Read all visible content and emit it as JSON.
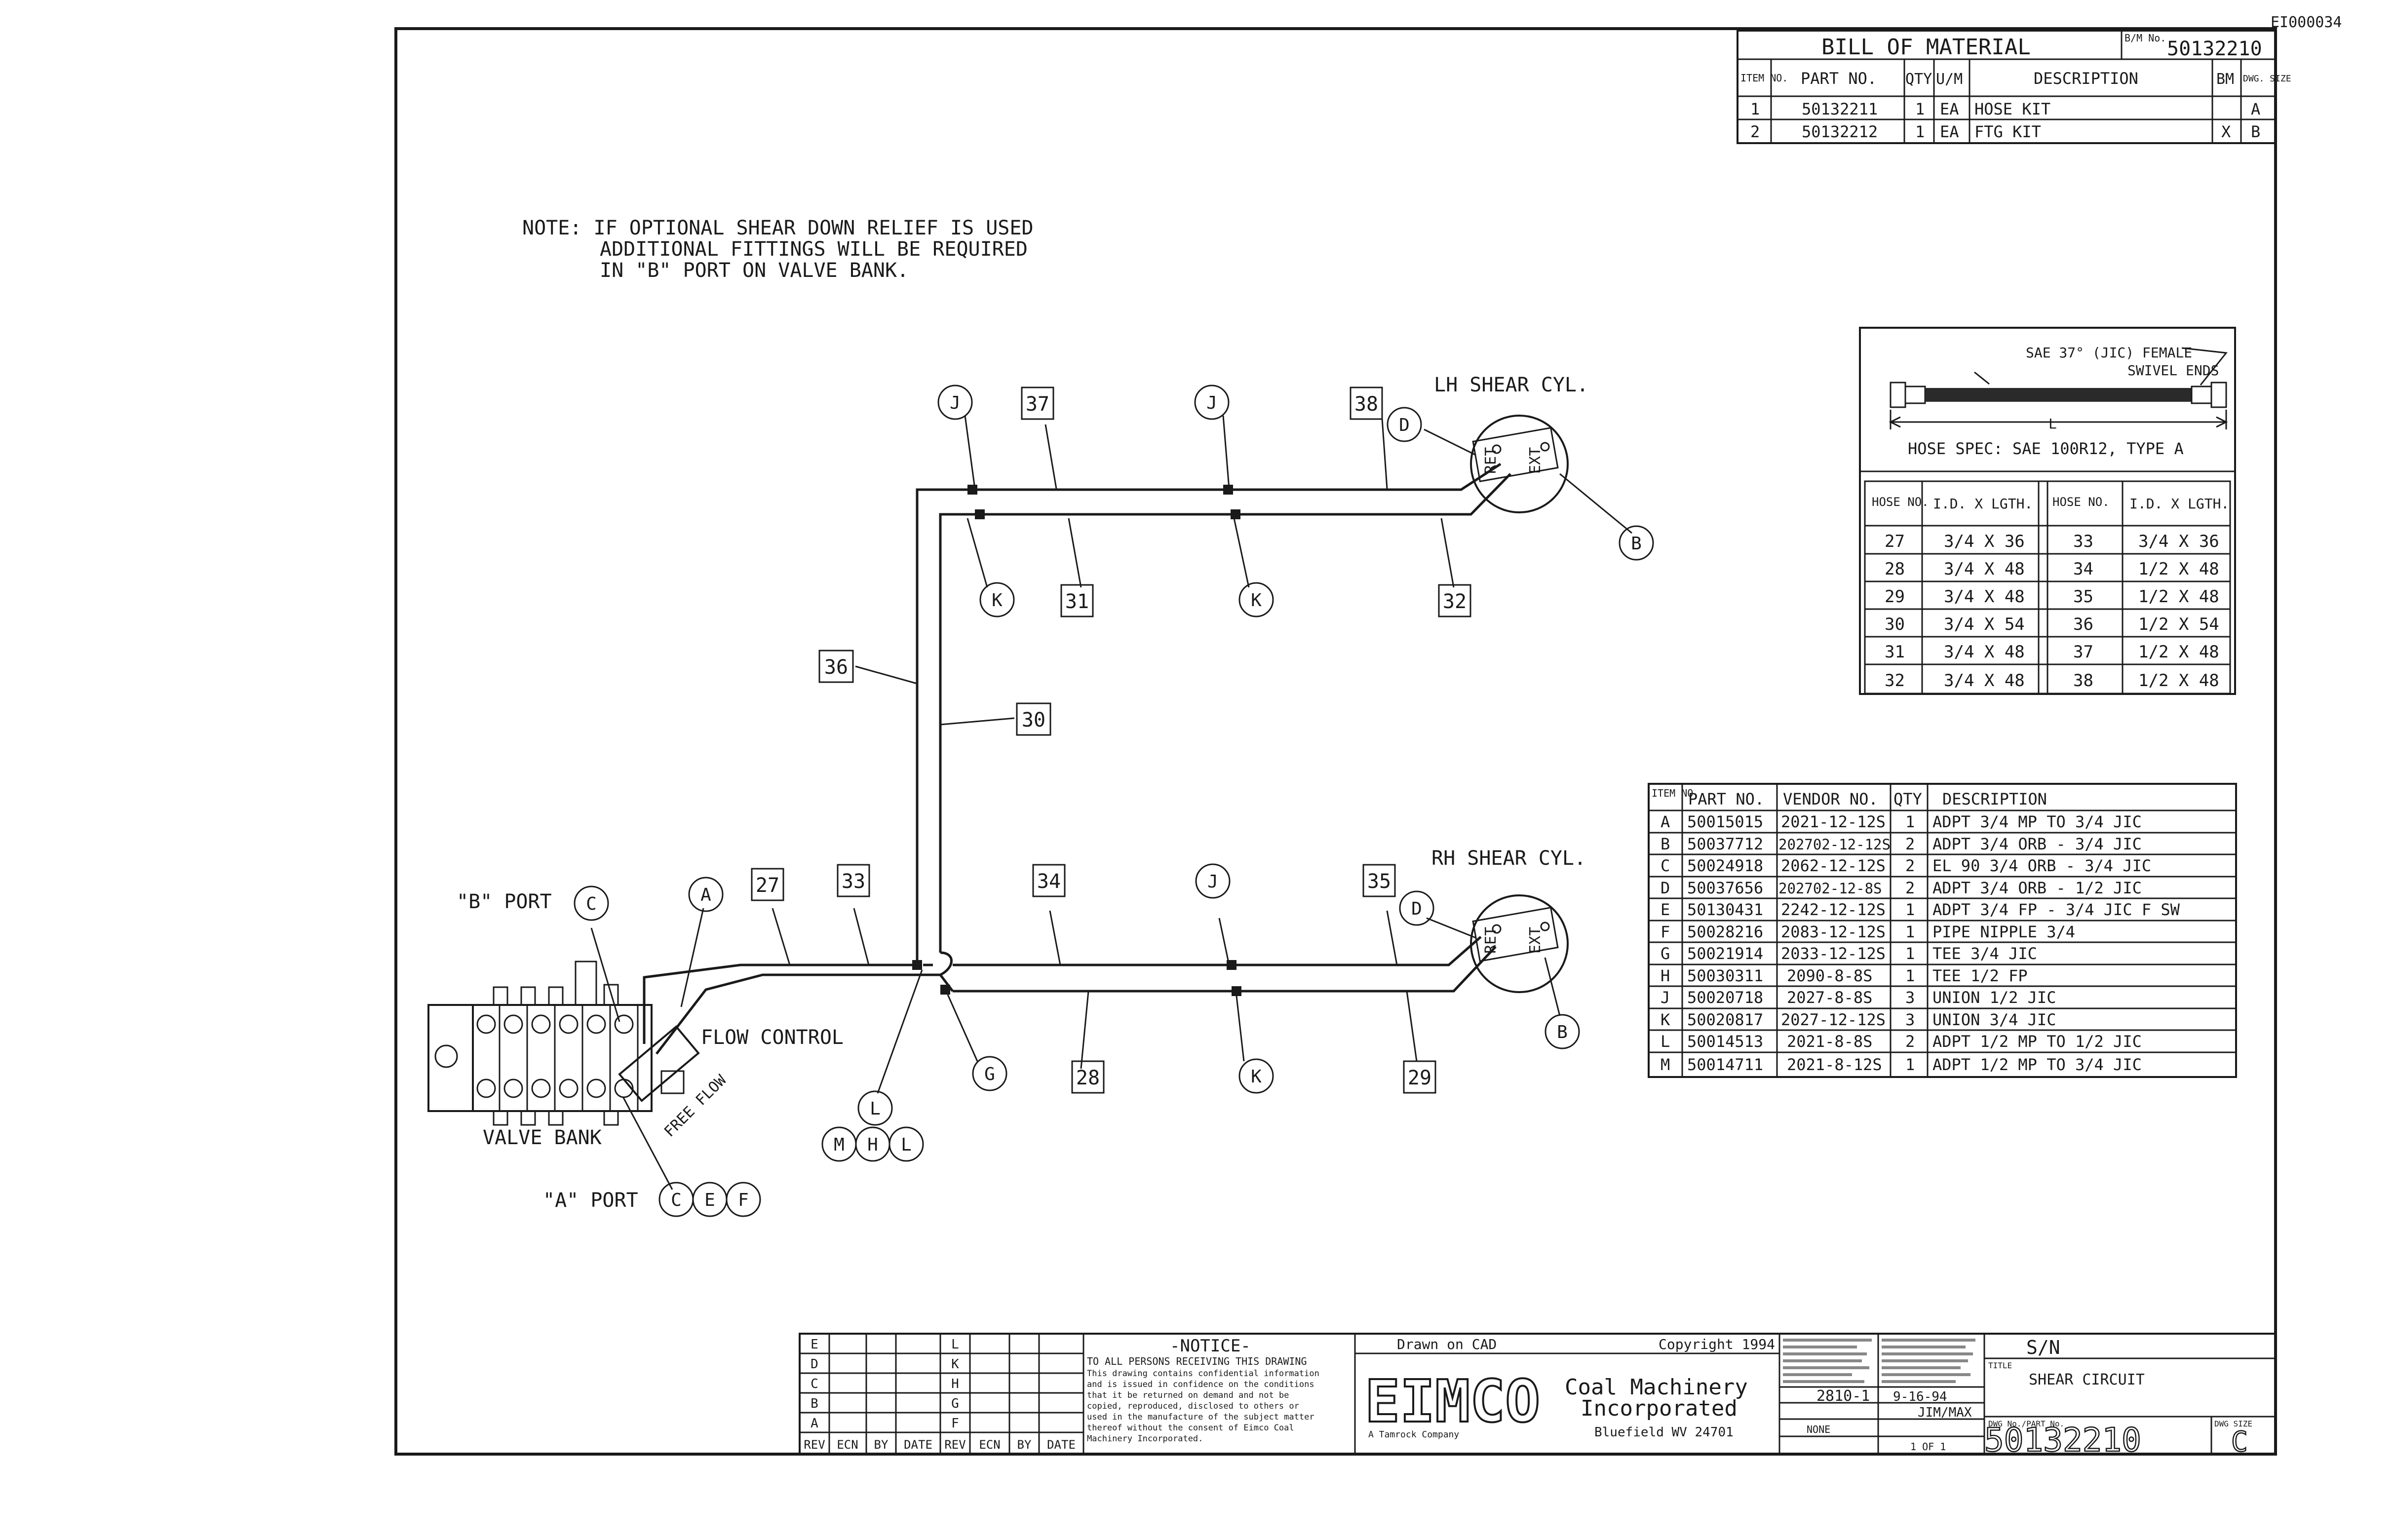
{
  "corner_code": "EI000034",
  "note": [
    "NOTE: IF OPTIONAL SHEAR DOWN RELIEF IS USED",
    "ADDITIONAL FITTINGS WILL BE REQUIRED",
    "IN \"B\" PORT ON VALVE BANK."
  ],
  "bom": {
    "title": "BILL OF MATERIAL",
    "bm_label": "B/M No.",
    "number": "50132210",
    "headers": [
      "ITEM NO.",
      "PART NO.",
      "QTY",
      "U/M",
      "DESCRIPTION",
      "BM",
      "DWG. SIZE"
    ],
    "rows": [
      [
        "1",
        "50132211",
        "1",
        "EA",
        "HOSE KIT",
        "",
        "A"
      ],
      [
        "2",
        "50132212",
        "1",
        "EA",
        "FTG KIT",
        "X",
        "B"
      ]
    ]
  },
  "hose_spec": {
    "fitting_label": "SAE 37° (JIC) FEMALE",
    "fitting_label2": "SWIVEL ENDS",
    "length_label": "L",
    "spec": "HOSE SPEC: SAE 100R12, TYPE A",
    "headers": [
      "HOSE NO.",
      "I.D. X LGTH.",
      "HOSE NO.",
      "I.D. X LGTH."
    ],
    "rows": [
      [
        "27",
        "3/4 X 36",
        "33",
        "3/4 X 36"
      ],
      [
        "28",
        "3/4 X 48",
        "34",
        "1/2 X 48"
      ],
      [
        "29",
        "3/4 X 48",
        "35",
        "1/2 X 48"
      ],
      [
        "30",
        "3/4 X 54",
        "36",
        "1/2 X 54"
      ],
      [
        "31",
        "3/4 X 48",
        "37",
        "1/2 X 48"
      ],
      [
        "32",
        "3/4 X 48",
        "38",
        "1/2 X 48"
      ]
    ]
  },
  "fittings": {
    "headers": [
      "ITEM NO.",
      "PART NO.",
      "VENDOR NO.",
      "QTY",
      "DESCRIPTION"
    ],
    "rows": [
      [
        "A",
        "50015015",
        "2021-12-12S",
        "1",
        "ADPT 3/4 MP TO 3/4 JIC"
      ],
      [
        "B",
        "50037712",
        "202702-12-12S",
        "2",
        "ADPT 3/4 ORB - 3/4 JIC"
      ],
      [
        "C",
        "50024918",
        "2062-12-12S",
        "2",
        "EL 90 3/4 ORB - 3/4 JIC"
      ],
      [
        "D",
        "50037656",
        "202702-12-8S",
        "2",
        "ADPT 3/4 ORB - 1/2 JIC"
      ],
      [
        "E",
        "50130431",
        "2242-12-12S",
        "1",
        "ADPT 3/4 FP - 3/4 JIC F SW"
      ],
      [
        "F",
        "50028216",
        "2083-12-12S",
        "1",
        "PIPE NIPPLE 3/4"
      ],
      [
        "G",
        "50021914",
        "2033-12-12S",
        "1",
        "TEE 3/4 JIC"
      ],
      [
        "H",
        "50030311",
        "2090-8-8S",
        "1",
        "TEE 1/2 FP"
      ],
      [
        "J",
        "50020718",
        "2027-8-8S",
        "3",
        "UNION 1/2 JIC"
      ],
      [
        "K",
        "50020817",
        "2027-12-12S",
        "3",
        "UNION 3/4 JIC"
      ],
      [
        "L",
        "50014513",
        "2021-8-8S",
        "2",
        "ADPT 1/2 MP TO 1/2 JIC"
      ],
      [
        "M",
        "50014711",
        "2021-8-12S",
        "1",
        "ADPT 1/2 MP TO 3/4 JIC"
      ]
    ]
  },
  "diagram": {
    "lh_cyl": "LH SHEAR CYL.",
    "rh_cyl": "RH SHEAR CYL.",
    "port_ret": "RET",
    "port_ext": "EXT",
    "b_port": "\"B\" PORT",
    "a_port": "\"A\" PORT",
    "flow_control": "FLOW CONTROL",
    "free_flow": "FREE FLOW",
    "valve_bank": "VALVE BANK",
    "hose_tags": {
      "h27": "27",
      "h28": "28",
      "h29": "29",
      "h30": "30",
      "h31": "31",
      "h32": "32",
      "h33": "33",
      "h34": "34",
      "h35": "35",
      "h36": "36",
      "h37": "37",
      "h38": "38"
    },
    "fitting_tags": {
      "A": "A",
      "B": "B",
      "C": "C",
      "D": "D",
      "E": "E",
      "F": "F",
      "G": "G",
      "H": "H",
      "J": "J",
      "K": "K",
      "L": "L",
      "M": "M"
    }
  },
  "title_block": {
    "rev_letters": [
      "E",
      "D",
      "C",
      "B",
      "A"
    ],
    "rev_letters2": [
      "L",
      "K",
      "H",
      "G",
      "F"
    ],
    "rev_headers": [
      "REV",
      "ECN",
      "BY",
      "DATE",
      "REV",
      "ECN",
      "BY",
      "DATE"
    ],
    "notice_title": "-NOTICE-",
    "notice_text": [
      "TO ALL PERSONS RECEIVING THIS DRAWING",
      "This drawing contains confidential information",
      "and is issued in confidence on the conditions",
      "that it be returned on demand and not be",
      "copied, reproduced, disclosed to others or",
      "used in the manufacture of the subject matter",
      "thereof without the consent of Eimco Coal",
      "Machinery Incorporated."
    ],
    "drawn_on": "Drawn on CAD",
    "copyright": "Copyright 1994",
    "logo": "EIMCO",
    "logo_sub": "A Tamrock Company",
    "company1": "Coal Machinery",
    "company2": "Incorporated",
    "city": "Bluefield WV 24701",
    "model": "2810-1",
    "date": "9-16-94",
    "drawn_by": "JIM/MAX",
    "scale": "NONE",
    "sheet": "1 OF 1",
    "mach": "S/N",
    "title_label": "TITLE",
    "title": "SHEAR CIRCUIT",
    "dwg_label": "DWG No./PART No.",
    "dwg_number": "50132210",
    "dwg_size_label": "DWG SIZE",
    "dwg_size": "C"
  }
}
